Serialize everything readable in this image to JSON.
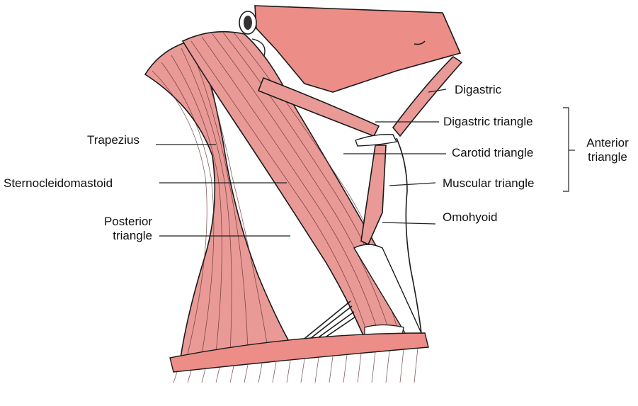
{
  "labels": {
    "digastric": "Digastric",
    "digastric_triangle": "Digastric triangle",
    "carotid_triangle": "Carotid triangle",
    "muscular_triangle": "Muscular triangle",
    "anterior_triangle_line1": "Anterior",
    "anterior_triangle_line2": "triangle",
    "omohyoid": "Omohyoid",
    "trapezius": "Trapezius",
    "sternocleidomastoid": "Sternocleidomastoid",
    "posterior_triangle_line1": "Posterior",
    "posterior_triangle_line2": "triangle"
  },
  "colors": {
    "muscle": "#e99a96",
    "jaw": "#ec8d88",
    "outline": "#1a1a1a"
  }
}
